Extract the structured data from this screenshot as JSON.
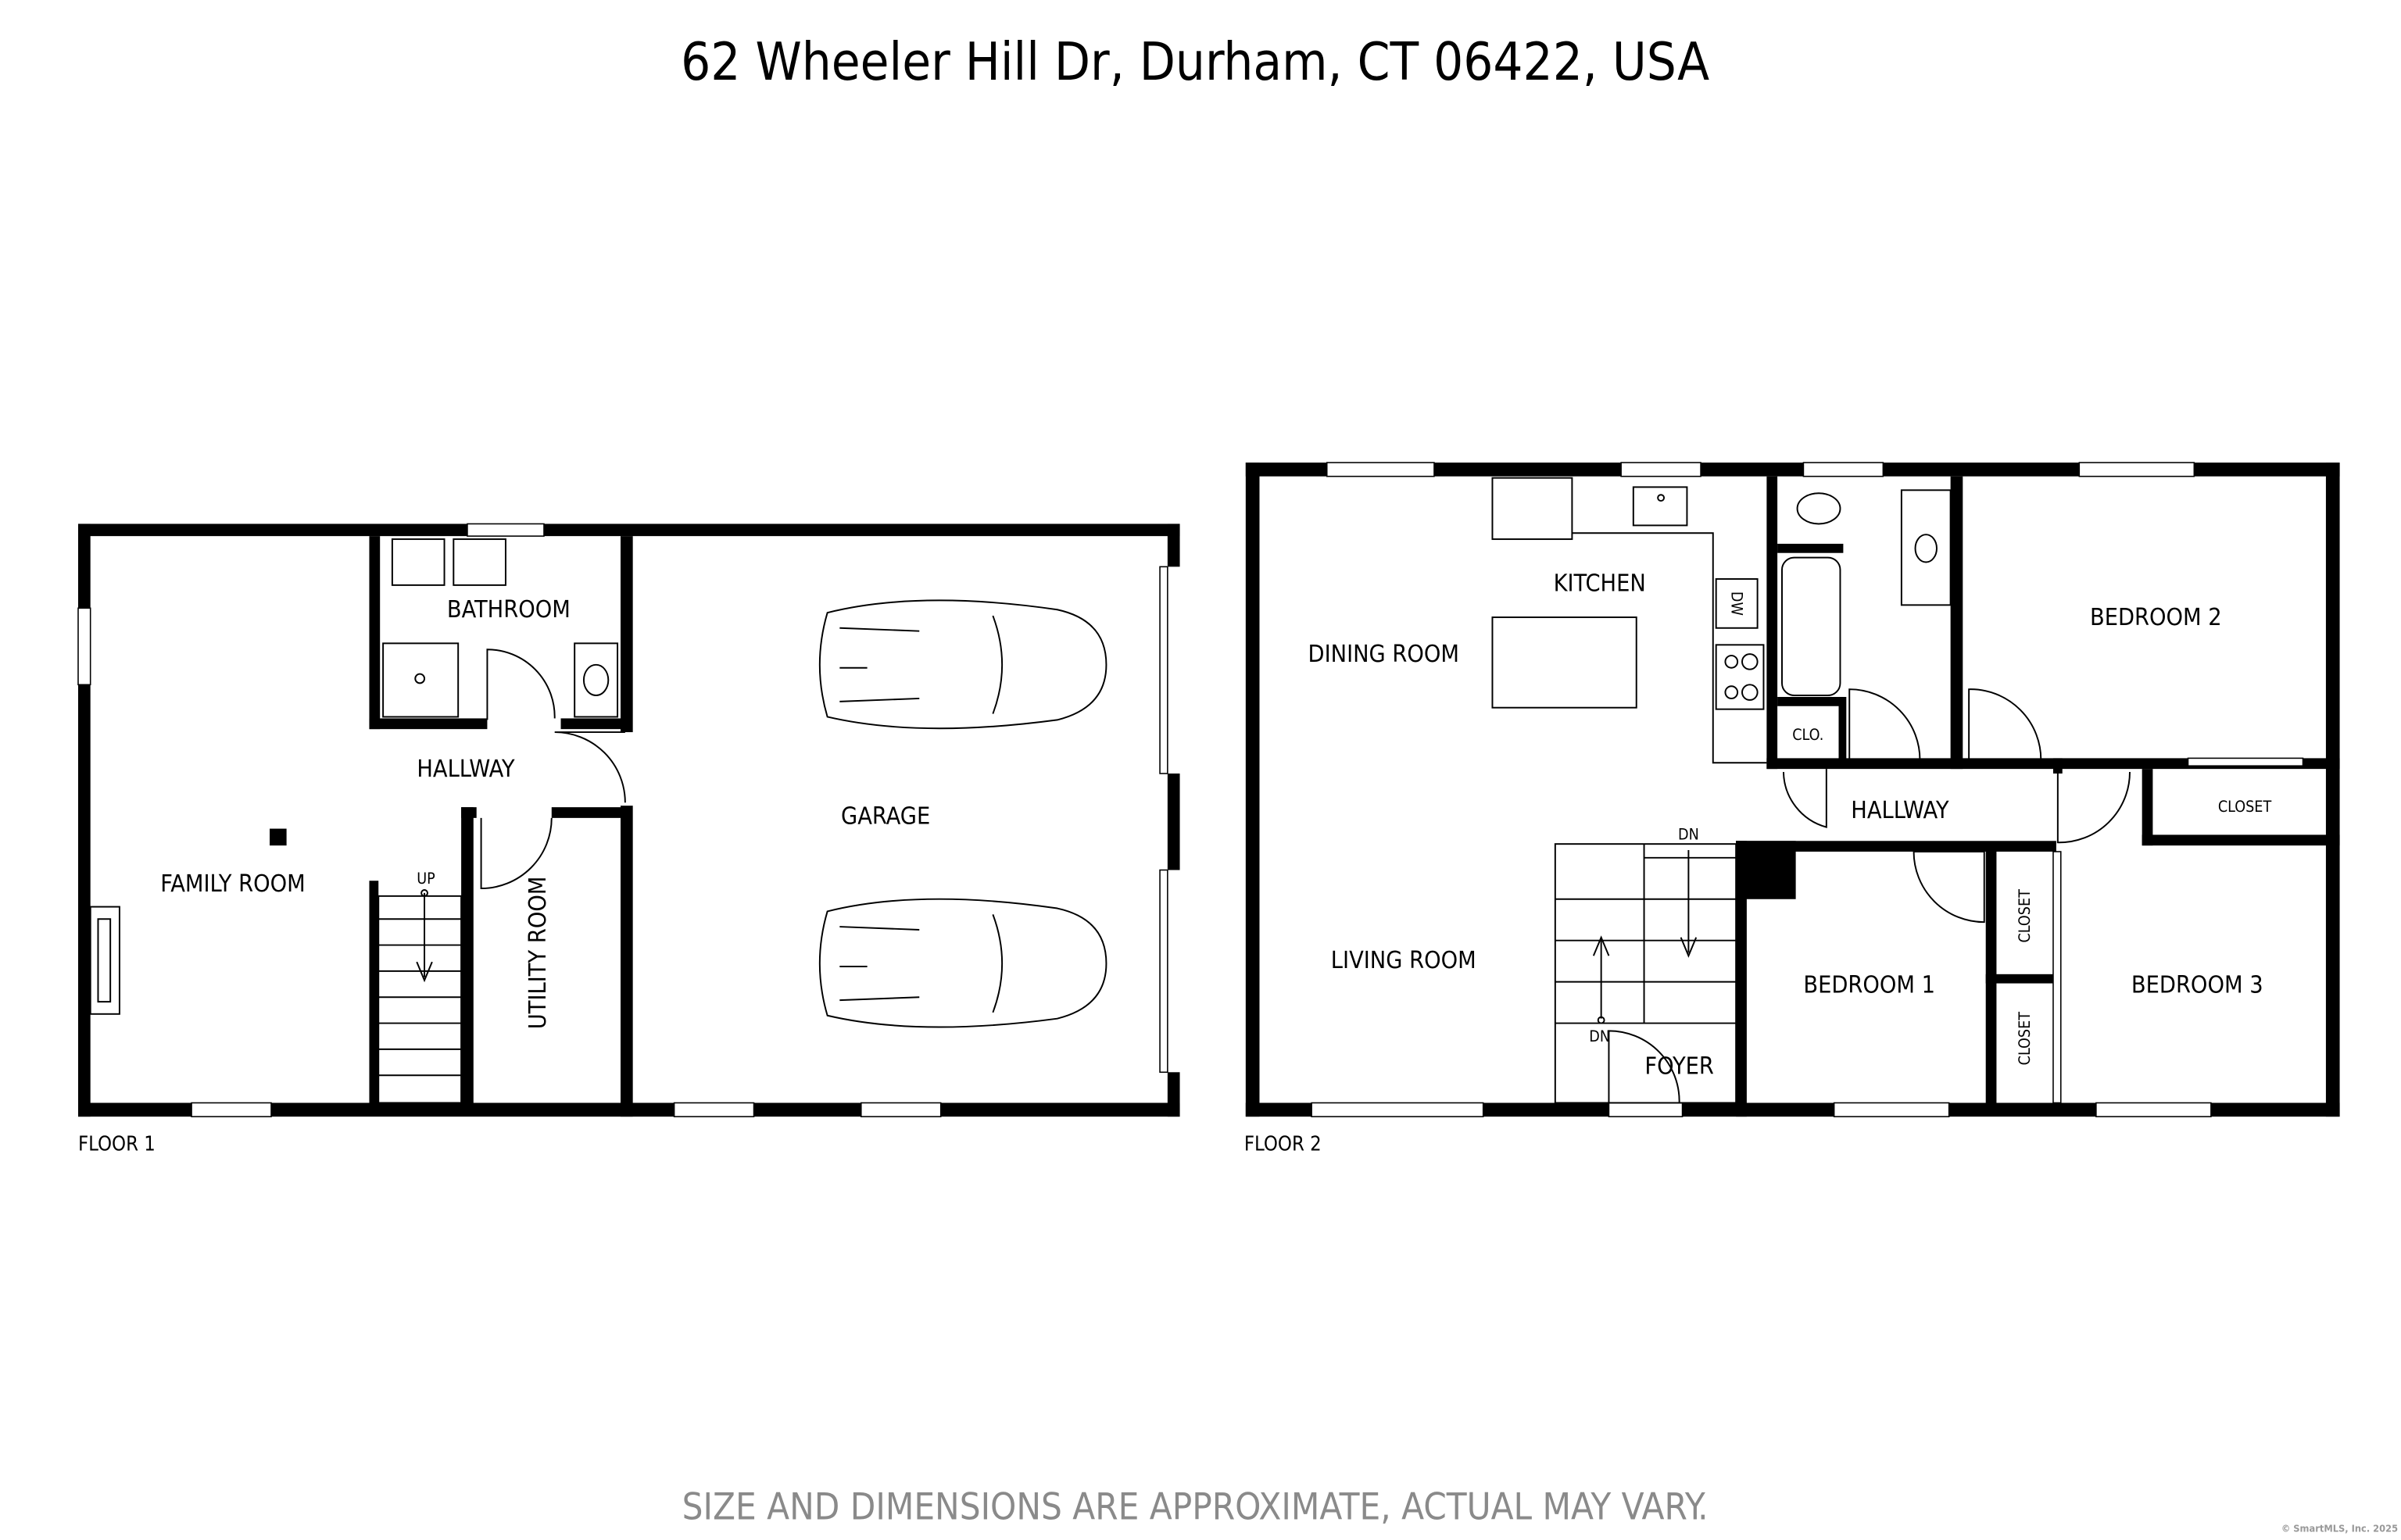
{
  "title": "62 Wheeler Hill Dr, Durham, CT 06422, USA",
  "floor1": {
    "label": "FLOOR 1",
    "rooms": {
      "bathroom": "BATHROOM",
      "hallway": "HALLWAY",
      "family_room": "FAMILY ROOM",
      "utility_room": "UTILITY ROOM",
      "garage": "GARAGE"
    },
    "stair_label": "UP"
  },
  "floor2": {
    "label": "FLOOR 2",
    "rooms": {
      "kitchen": "KITCHEN",
      "dining_room": "DINING ROOM",
      "living_room": "LIVING ROOM",
      "bedroom1": "BEDROOM 1",
      "bedroom2": "BEDROOM 2",
      "bedroom3": "BEDROOM 3",
      "hallway": "HALLWAY",
      "foyer": "FOYER",
      "clo": "CLO.",
      "closet_a": "CLOSET",
      "closet_b": "CLOSET",
      "closet_c": "CLOSET"
    },
    "dishwasher": "DW",
    "stair_label_top": "DN",
    "stair_label_bottom": "DN"
  },
  "footer": "SIZE AND DIMENSIONS ARE APPROXIMATE, ACTUAL MAY VARY.",
  "copyright": "© SmartMLS, Inc.  2025"
}
